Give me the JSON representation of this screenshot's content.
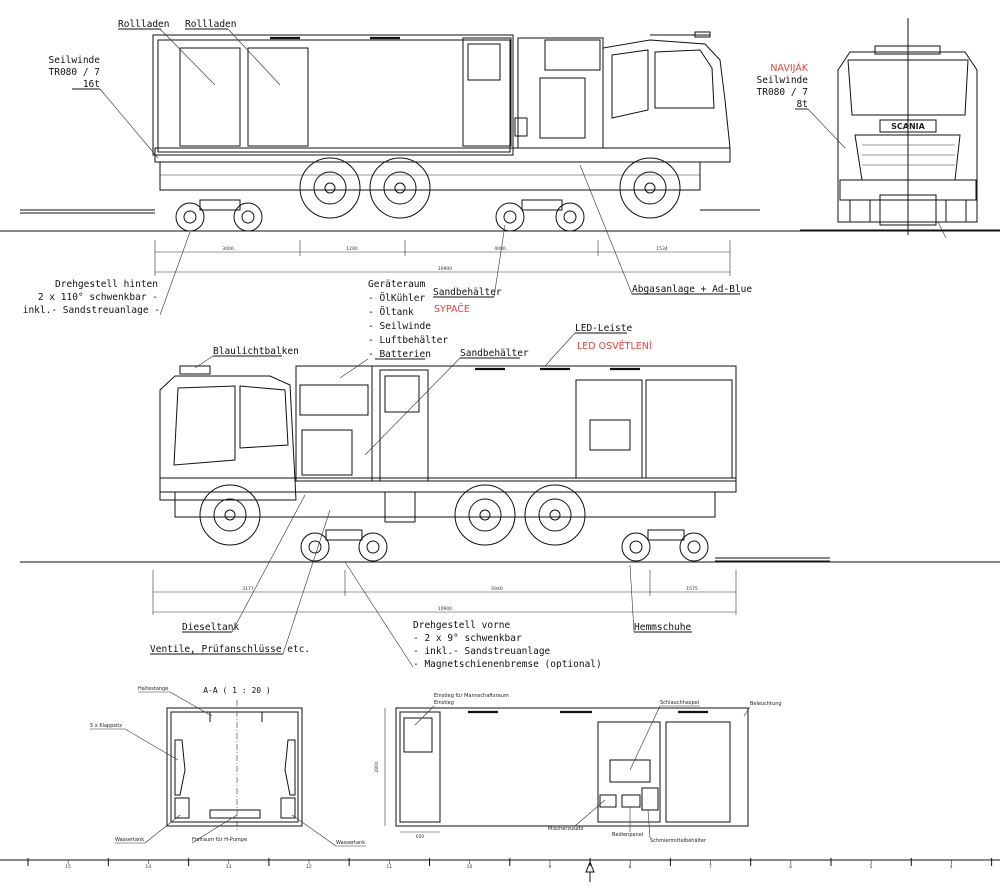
{
  "top_view": {
    "rollladen_1": "Rollladen",
    "rollladen_2": "Rollladen",
    "seilwinde_l1": "Seilwinde",
    "seilwinde_l2": "TR080 / 7",
    "seilwinde_l3": "16t",
    "dim_3000": "3000",
    "dim_1200": "1200",
    "dim_4000": "4000",
    "dim_1534": "1534",
    "dim_total": "10900",
    "drehgestell_l1": "Drehgestell hinten",
    "drehgestell_l2": "2 x 110° schwenkbar -",
    "drehgestell_l3": "inkl.- Sandstreuanlage -",
    "geraeteraum_title": "Geräteraum",
    "geraeteraum_items": [
      "- ÖlKühler",
      "- Öltank",
      "- Seilwinde",
      "- Luftbehälter",
      "- Batterien"
    ],
    "sandbehaelter": "Sandbehälter",
    "sandbehaelter_cz": "SYPAČE",
    "abgas": "Abgasanlage + Ad-Blue"
  },
  "front_view": {
    "navijak": "NAVIJÁK",
    "seilwinde_l1": "Seilwinde",
    "seilwinde_l2": "TR080 / 7",
    "seilwinde_l3": "8t",
    "brand": "SCANIA"
  },
  "mid_view": {
    "blaulicht": "Blaulichtbalken",
    "sandbehaelter": "Sandbehälter",
    "led_leiste": "LED-Leiste",
    "led_cz": "LED OSVĚTLENÍ",
    "dim_left": "3177",
    "dim_mid": "5940",
    "dim_right": "1575",
    "dim_total": "10900",
    "dieseltank": "Dieseltank",
    "ventile": "Ventile, Prüfanschlüsse etc.",
    "drehgestell_title": "Drehgestell vorne",
    "drehgestell_items": [
      "- 2 x 9° schwenkbar",
      "- inkl.- Sandstreuanlage",
      "- Magnetschienenbremse (optional)"
    ],
    "hemmschuhe": "Hemmschuhe"
  },
  "section": {
    "title": "A-A ( 1 : 20 )",
    "haltestange": "Haltestange",
    "klappsitz": "5 x Klappsitz",
    "wassertank_l": "Wassertank",
    "wassertank_r": "Wassertank",
    "freiraum": "Freiraum für H-Pumpe"
  },
  "side_panel": {
    "einstieg": "Einstieg für Mannschaftsraum",
    "einstieg2": "Einstieg",
    "schlauch": "Schlauchhaspel",
    "beleuchtung": "Beleuchtung",
    "mischer": "Mischerzusatz",
    "bedien": "Bedienpanel",
    "schmier": "Schmiermittelbehälter",
    "dim_h": "2800",
    "dim_w": "650"
  },
  "ruler": {
    "ticks": [
      "15",
      "14",
      "13",
      "12",
      "11",
      "10",
      "9",
      "8",
      "7",
      "6",
      "5",
      "4"
    ]
  }
}
